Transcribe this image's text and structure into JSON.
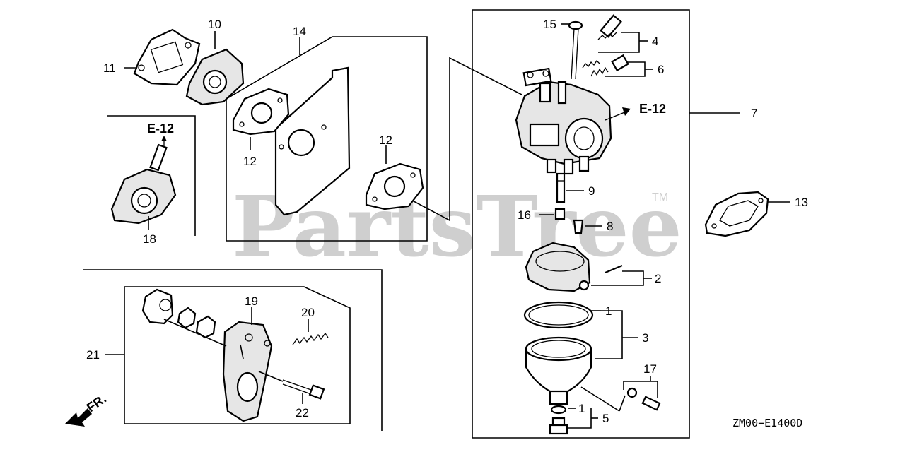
{
  "watermark": {
    "text": "PartsTree",
    "trademark": "TM"
  },
  "diagram_code": "ZM00−E1400D",
  "callouts": {
    "c1a": "1",
    "c1b": "1",
    "c2": "2",
    "c3": "3",
    "c4": "4",
    "c5": "5",
    "c6": "6",
    "c7": "7",
    "c8": "8",
    "c9": "9",
    "c10": "10",
    "c11": "11",
    "c12a": "12",
    "c12b": "12",
    "c13": "13",
    "c14": "14",
    "c15": "15",
    "c16": "16",
    "c17": "17",
    "c18": "18",
    "c19": "19",
    "c20": "20",
    "c21": "21",
    "c22": "22"
  },
  "refs": {
    "e12_left": "E-12",
    "e12_right": "E-12"
  },
  "direction": {
    "label": "FR."
  }
}
